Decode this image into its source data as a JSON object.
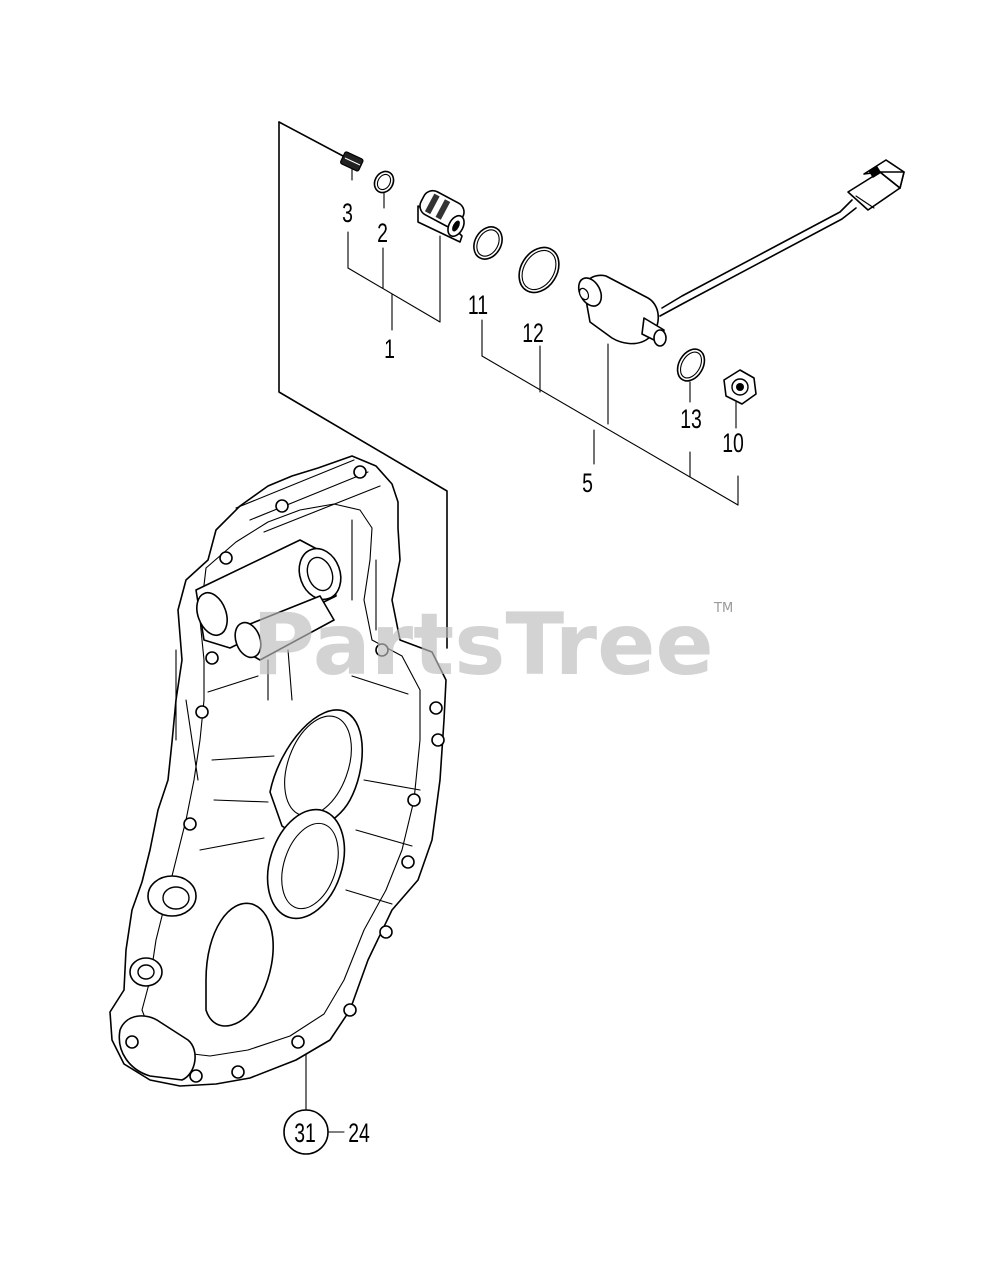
{
  "diagram": {
    "labels": {
      "p1": "1",
      "p2": "2",
      "p3": "3",
      "p5": "5",
      "p10": "10",
      "p11": "11",
      "p12": "12",
      "p13": "13",
      "ref_circle": "31",
      "ref_item": "24"
    },
    "watermark": {
      "text": "PartsTree",
      "tm": "TM"
    }
  }
}
